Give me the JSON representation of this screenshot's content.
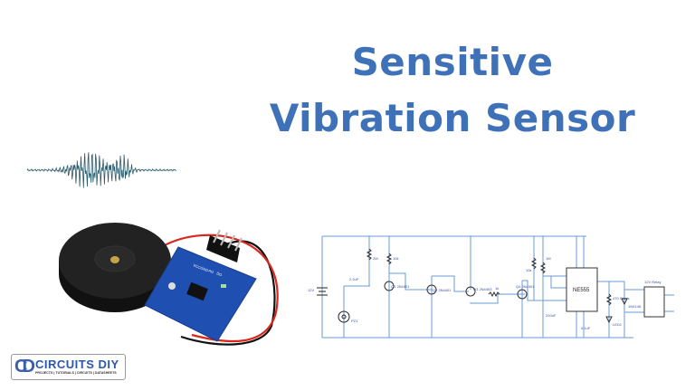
{
  "title": {
    "line1": "Sensitive",
    "line2": "Vibration Sensor",
    "color": "#3f71b8"
  },
  "logo": {
    "mark": "CD",
    "name": "CIRCUITS DIY",
    "tagline": "PROJECTS | TUTORIALS | CIRCUITS | DATASHEETS"
  },
  "module": {
    "pin_labels": [
      "VCC",
      "GND",
      "AO",
      "DO"
    ]
  },
  "schematic": {
    "wire_color": "#6b9bd8",
    "ic": "NE555",
    "relay": "12V Relay",
    "battery": "12V",
    "diode": "1N4148",
    "led": "LED1",
    "piezo": "PZ1",
    "cap1": "2.2uF",
    "cap2": "220uF",
    "cap3": "0.1uF",
    "pot": "2M",
    "r1": "10k",
    "r2": "1k",
    "r3": "10k",
    "r4": "1M",
    "r5": "470 Ohms",
    "q1": "Q1 2N4401",
    "q2": "Q2 2N4401",
    "q3": "Q3 2N4403",
    "q4": "Q4 2N4401"
  }
}
